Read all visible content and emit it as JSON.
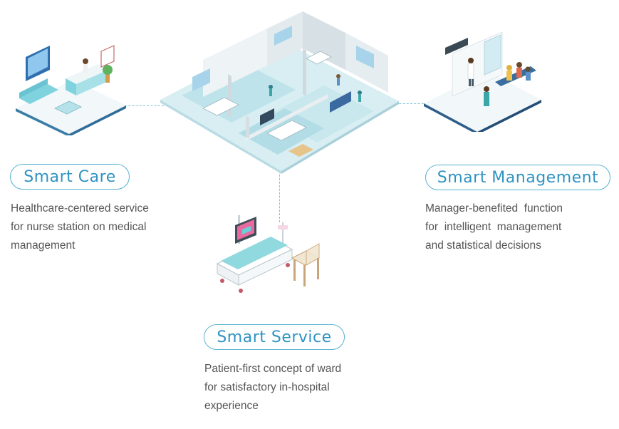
{
  "colors": {
    "accent": "#2f93c2",
    "border": "#5ab2d0",
    "text": "#555555",
    "teal": "#7fcfd8"
  },
  "illustrations": {
    "hospital_floor": "isometric-hospital-floorplan",
    "nurse_station": "nurse-station-illustration",
    "management": "doctor-waiting-area-illustration",
    "hospital_bed": "hospital-bed-illustration"
  },
  "sections": {
    "care": {
      "title": "Smart Care",
      "lines": [
        "Healthcare-centered service",
        "for nurse station on medical",
        "management"
      ]
    },
    "management": {
      "title": "Smart Management",
      "lines": [
        "Manager-benefited  function",
        "for  intelligent  management",
        "and statistical decisions"
      ]
    },
    "service": {
      "title": "Smart Service",
      "lines": [
        "Patient-first concept of ward",
        "for satisfactory in-hospital",
        "experience"
      ]
    }
  }
}
